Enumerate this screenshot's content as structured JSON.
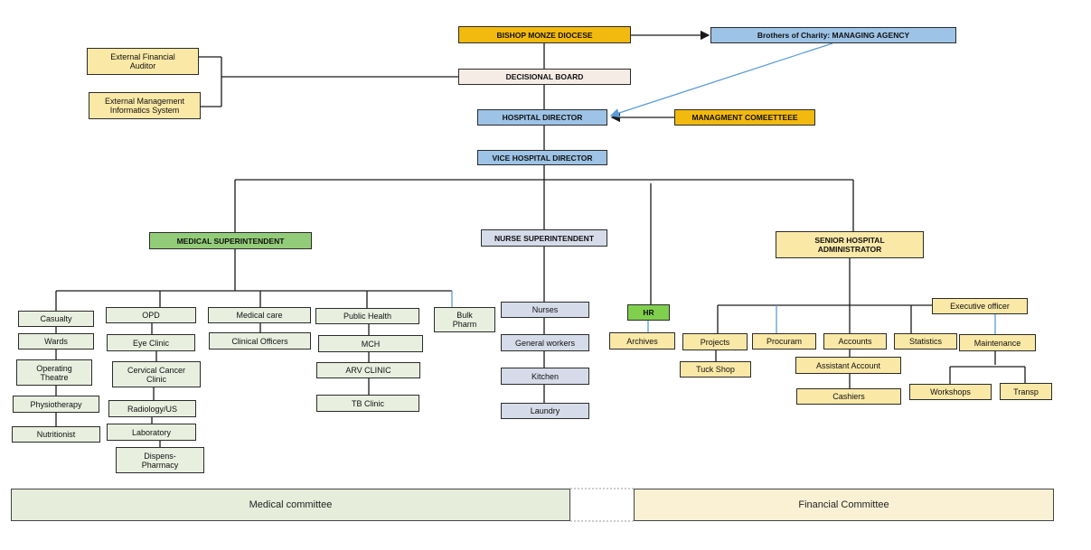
{
  "colors": {
    "orange": "#f2b90e",
    "blue": "#9dc3e6",
    "yellow": "#fae8a6",
    "gray": "#d5dbe8",
    "light_green": "#e8efdf",
    "green": "#93cc78",
    "line": "#1a1a1a",
    "arrow_blue": "#5b9bd5"
  },
  "top": {
    "diocese": "BISHOP  MONZE DIOCESE",
    "agency": "Brothers of Charity: MANAGING AGENCY",
    "board": "DECISIONAL BOARD",
    "auditor": "External Financial\nAuditor",
    "mis": "External Management\nInformatics System",
    "director": "HOSPITAL DIRECTOR",
    "committee": "MANAGMENT COMEETTEEE",
    "vice": "VICE HOSPITAL DIRECTOR"
  },
  "medical": {
    "head": "MEDICAL SUPERINTENDENT",
    "casualty": "Casualty",
    "wards": "Wards",
    "theatre": "Operating\nTheatre",
    "physio": "Physiotherapy",
    "nutrition": "Nutritionist",
    "opd": "OPD",
    "eye": "Eye Clinic",
    "cervical": "Cervical Cancer\nClinic",
    "radiology": "Radiology/US",
    "lab": "Laboratory",
    "dispens": "Dispens-\nPharmacy",
    "care": "Medical care",
    "clinical": "Clinical Officers",
    "public": "Public Health",
    "mch": "MCH",
    "arv": "ARV CLINIC",
    "tb": "TB Clinic",
    "bulk": "Bulk\nPharm"
  },
  "nurse": {
    "head": "NURSE SUPERINTENDENT",
    "nurses": "Nurses",
    "general": "General workers",
    "kitchen": "Kitchen",
    "laundry": "Laundry"
  },
  "hr": {
    "head": "HR",
    "archives": "Archives"
  },
  "admin": {
    "head": "SENIOR HOSPITAL\nADMINISTRATOR",
    "projects": "Projects",
    "tuck": "Tuck Shop",
    "procuram": "Procuram",
    "accounts": "Accounts",
    "assistant": "Assistant Account",
    "cashiers": "Cashiers",
    "statistics": "Statistics",
    "executive": "Executive officer",
    "maintenance": "Maintenance",
    "workshops": "Workshops",
    "transp": "Transp"
  },
  "committees": {
    "medical": "Medical committee",
    "financial": "Financial Committee"
  }
}
